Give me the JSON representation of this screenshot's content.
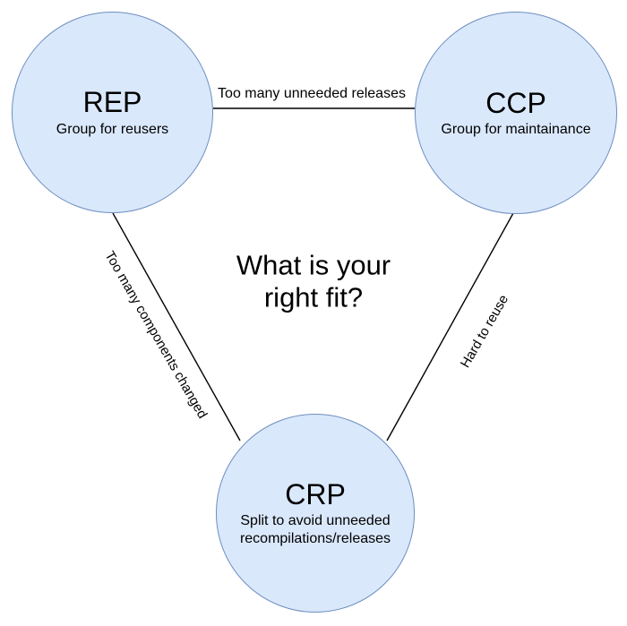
{
  "diagram": {
    "center_question": "What is your\nright fit?",
    "nodes": [
      {
        "id": "rep",
        "title": "REP",
        "subtitle": "Group for reusers"
      },
      {
        "id": "ccp",
        "title": "CCP",
        "subtitle": "Group for maintainance"
      },
      {
        "id": "crp",
        "title": "CRP",
        "subtitle": "Split to avoid unneeded recompilations/releases"
      }
    ],
    "edges": [
      {
        "from": "REP",
        "to": "CCP",
        "label": "Too many unneeded releases"
      },
      {
        "from": "REP",
        "to": "CRP",
        "label": "Too many components changed"
      },
      {
        "from": "CCP",
        "to": "CRP",
        "label": "Hard to reuse"
      }
    ],
    "colors": {
      "node_fill": "#dae8fc",
      "node_stroke": "#6c8ebf",
      "line": "#000000",
      "text": "#000000",
      "background": "#ffffff"
    }
  }
}
